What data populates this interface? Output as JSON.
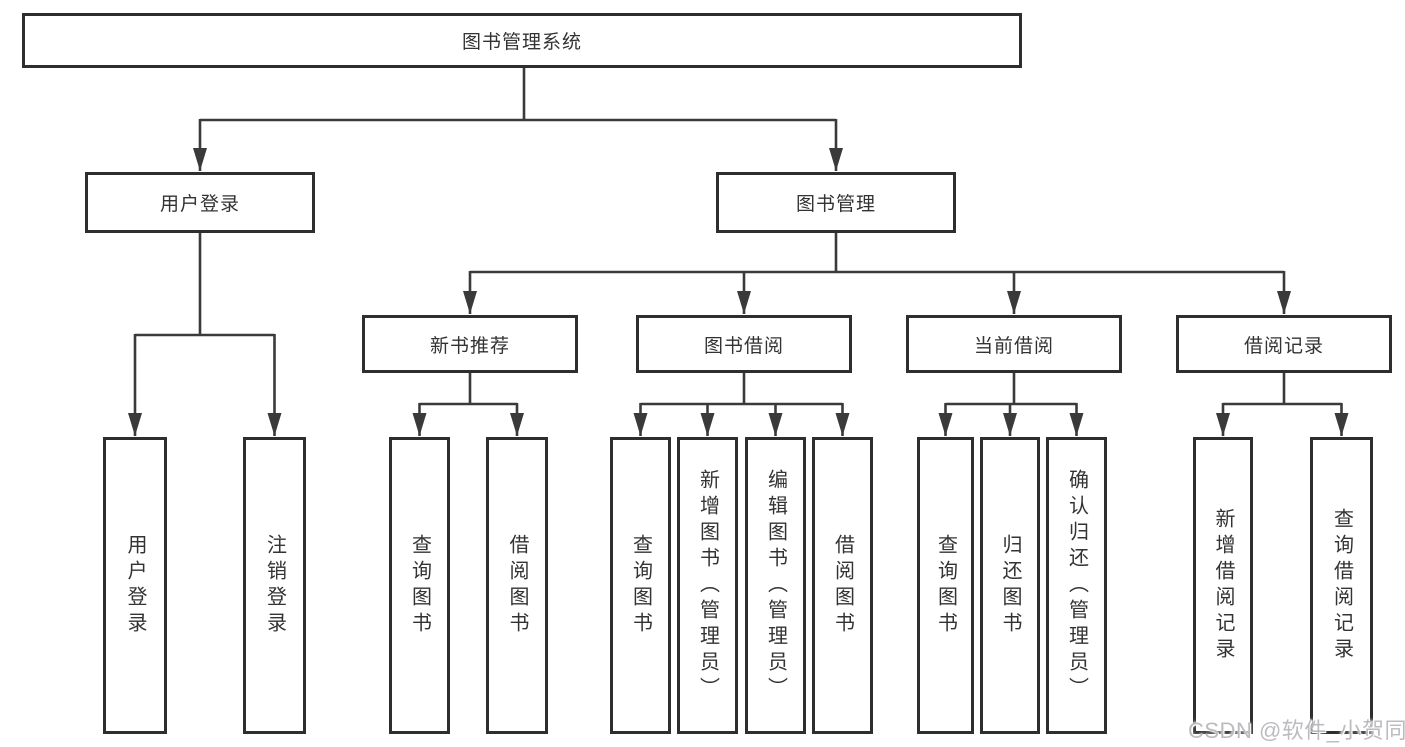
{
  "colors": {
    "background": "#ffffff",
    "line": "#3a3a3a",
    "box_border": "#2e2e2e",
    "text": "#333333",
    "watermark": "#bcbcc0"
  },
  "watermark": {
    "text": "CSDN @软件_小贺同学"
  },
  "tree": {
    "label": "图书管理系统",
    "children": [
      {
        "label": "用户登录",
        "children": [
          {
            "label": "用户登录"
          },
          {
            "label": "注销登录"
          }
        ]
      },
      {
        "label": "图书管理",
        "children": [
          {
            "label": "新书推荐",
            "children": [
              {
                "label": "查询图书"
              },
              {
                "label": "借阅图书"
              }
            ]
          },
          {
            "label": "图书借阅",
            "children": [
              {
                "label": "查询图书"
              },
              {
                "label": "新增图书（管理员）"
              },
              {
                "label": "编辑图书（管理员）"
              },
              {
                "label": "借阅图书"
              }
            ]
          },
          {
            "label": "当前借阅",
            "children": [
              {
                "label": "查询图书"
              },
              {
                "label": "归还图书"
              },
              {
                "label": "确认归还（管理员）"
              }
            ]
          },
          {
            "label": "借阅记录",
            "children": [
              {
                "label": "新增借阅记录"
              },
              {
                "label": "查询借阅记录"
              }
            ]
          }
        ]
      }
    ]
  }
}
